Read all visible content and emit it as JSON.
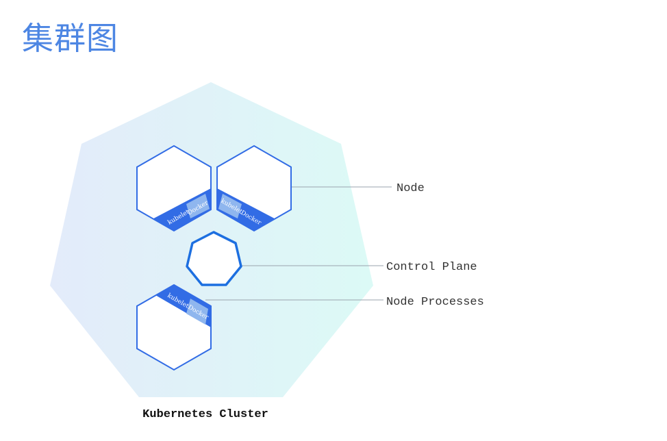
{
  "page": {
    "title": "集群图"
  },
  "diagram": {
    "labels": {
      "node": "Node",
      "control_plane": "Control Plane",
      "node_processes": "Node Processes"
    },
    "cluster_caption": "Kubernetes Cluster",
    "node_tags": {
      "kubelet": "kubelet",
      "docker": "Docker"
    },
    "colors": {
      "primary_blue": "#326ce5",
      "control_plane_blue": "#1d6fe0",
      "light_tag": "#8fb6ee",
      "gradient_start": "#e3ebfa",
      "gradient_end": "#dcfaf6",
      "title_blue": "#4d86e3",
      "leader_line": "#9aa3ad"
    }
  }
}
